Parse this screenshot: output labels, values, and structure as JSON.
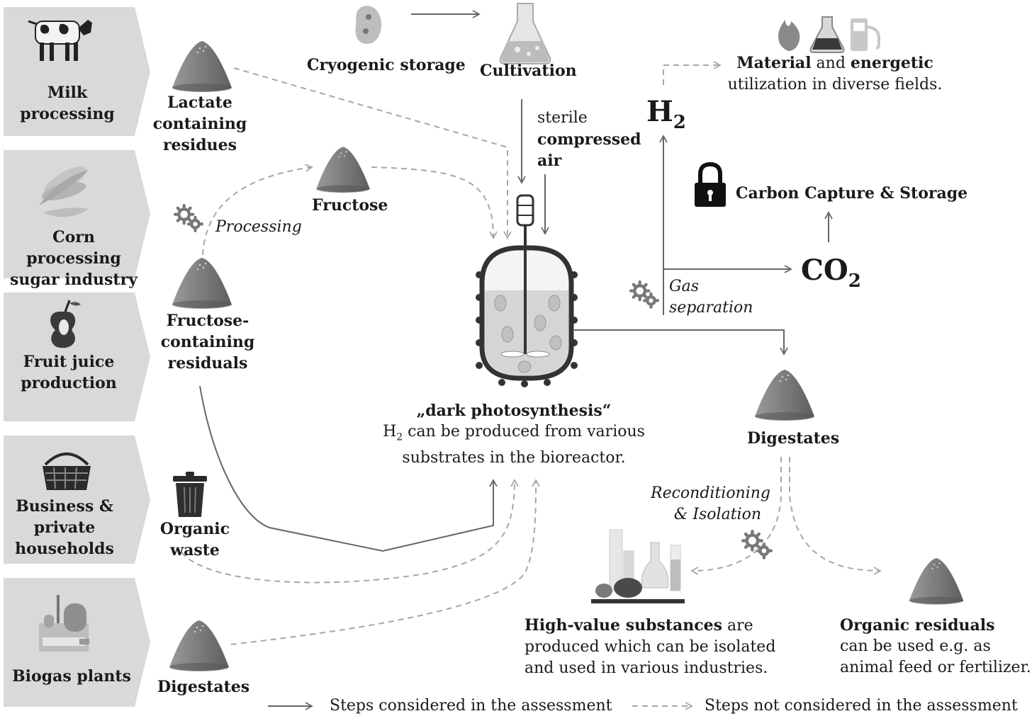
{
  "sources": [
    {
      "label_1": "Milk",
      "label_2": "processing",
      "icon": "cow-icon"
    },
    {
      "label_1": "Corn processing",
      "label_2": "sugar industry",
      "icon": "corn-icon"
    },
    {
      "label_1": "Fruit juice",
      "label_2": "production",
      "icon": "apple-core-icon"
    },
    {
      "label_1": "Business &",
      "label_2": "private",
      "label_3": "households",
      "icon": "shopping-basket-icon"
    },
    {
      "label_1": "Biogas plants",
      "icon": "biogas-plant-icon"
    }
  ],
  "substrates": {
    "lactate": [
      "Lactate",
      "containing",
      "residues"
    ],
    "fructose": "Fructose",
    "processing": "Processing",
    "fructose_residuals": [
      "Fructose-",
      "containing",
      "residuals"
    ],
    "organic_waste": [
      "Organic",
      "waste"
    ],
    "digestates": "Digestates"
  },
  "top": {
    "cryogenic": "Cryogenic storage",
    "cultivation": "Cultivation",
    "sterile": "sterile",
    "compressed": "compressed",
    "air": "air"
  },
  "reactor": {
    "title": "„dark photosynthesis“",
    "line1_h": "H",
    "line1_sub": "2",
    "line1_rest": " can be produced from various",
    "line2": "substrates in the bioreactor."
  },
  "products": {
    "h2_main": "H",
    "h2_sub": "2",
    "material_bold1": "Material",
    "material_and": " and ",
    "material_bold2": "energetic",
    "material_line2": "utilization in diverse fields.",
    "ccs": "Carbon Capture & Storage",
    "co2_main": "CO",
    "co2_sub": "2",
    "gas1": "Gas",
    "gas2": "separation",
    "digestates": "Digestates",
    "recond1": "Reconditioning",
    "recond2": "& Isolation",
    "hv_bold": "High-value substances",
    "hv_rest": " are",
    "hv_line2": "produced which can be isolated",
    "hv_line3": "and used in various industries.",
    "or_bold": "Organic residuals",
    "or_line2": "can be used e.g. as",
    "or_line3": "animal feed or fertilizer."
  },
  "legend": {
    "solid": "Steps considered in the assessment",
    "dashed": "Steps not considered in the assessment"
  },
  "colors": {
    "panel": "#d9d9d9",
    "pile": "#8c8c8c",
    "arrow_solid": "#666666",
    "arrow_dashed": "#a6a6a6"
  }
}
